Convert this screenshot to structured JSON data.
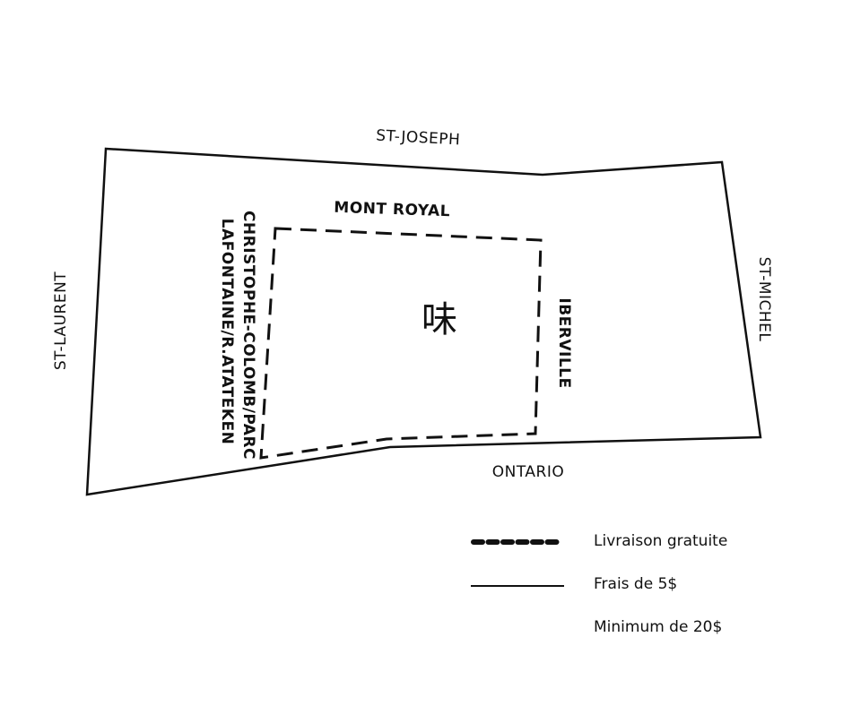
{
  "streets": {
    "north_outer": "ST-JOSEPH",
    "north_inner": "MONT ROYAL",
    "west_outer": "ST-LAURENT",
    "west_inner_1": "CHRISTOPHE-COLOMB/PARC",
    "west_inner_2": "LAFONTAINE/R.ATATEKEN",
    "east_outer": "ST-MICHEL",
    "east_inner": "IBERVILLE",
    "south": "ONTARIO"
  },
  "zones": {
    "free_delivery_style": "dashed",
    "paid_delivery_style": "solid"
  },
  "legend": {
    "free_delivery": "Livraison gratuite",
    "paid_delivery": "Frais de 5$",
    "minimum": "Minimum de 20$"
  },
  "logo": {
    "icon": "restaurant-logo-icon",
    "glyph": "味"
  },
  "colors": {
    "lines": "#111111",
    "background": "#ffffff"
  }
}
